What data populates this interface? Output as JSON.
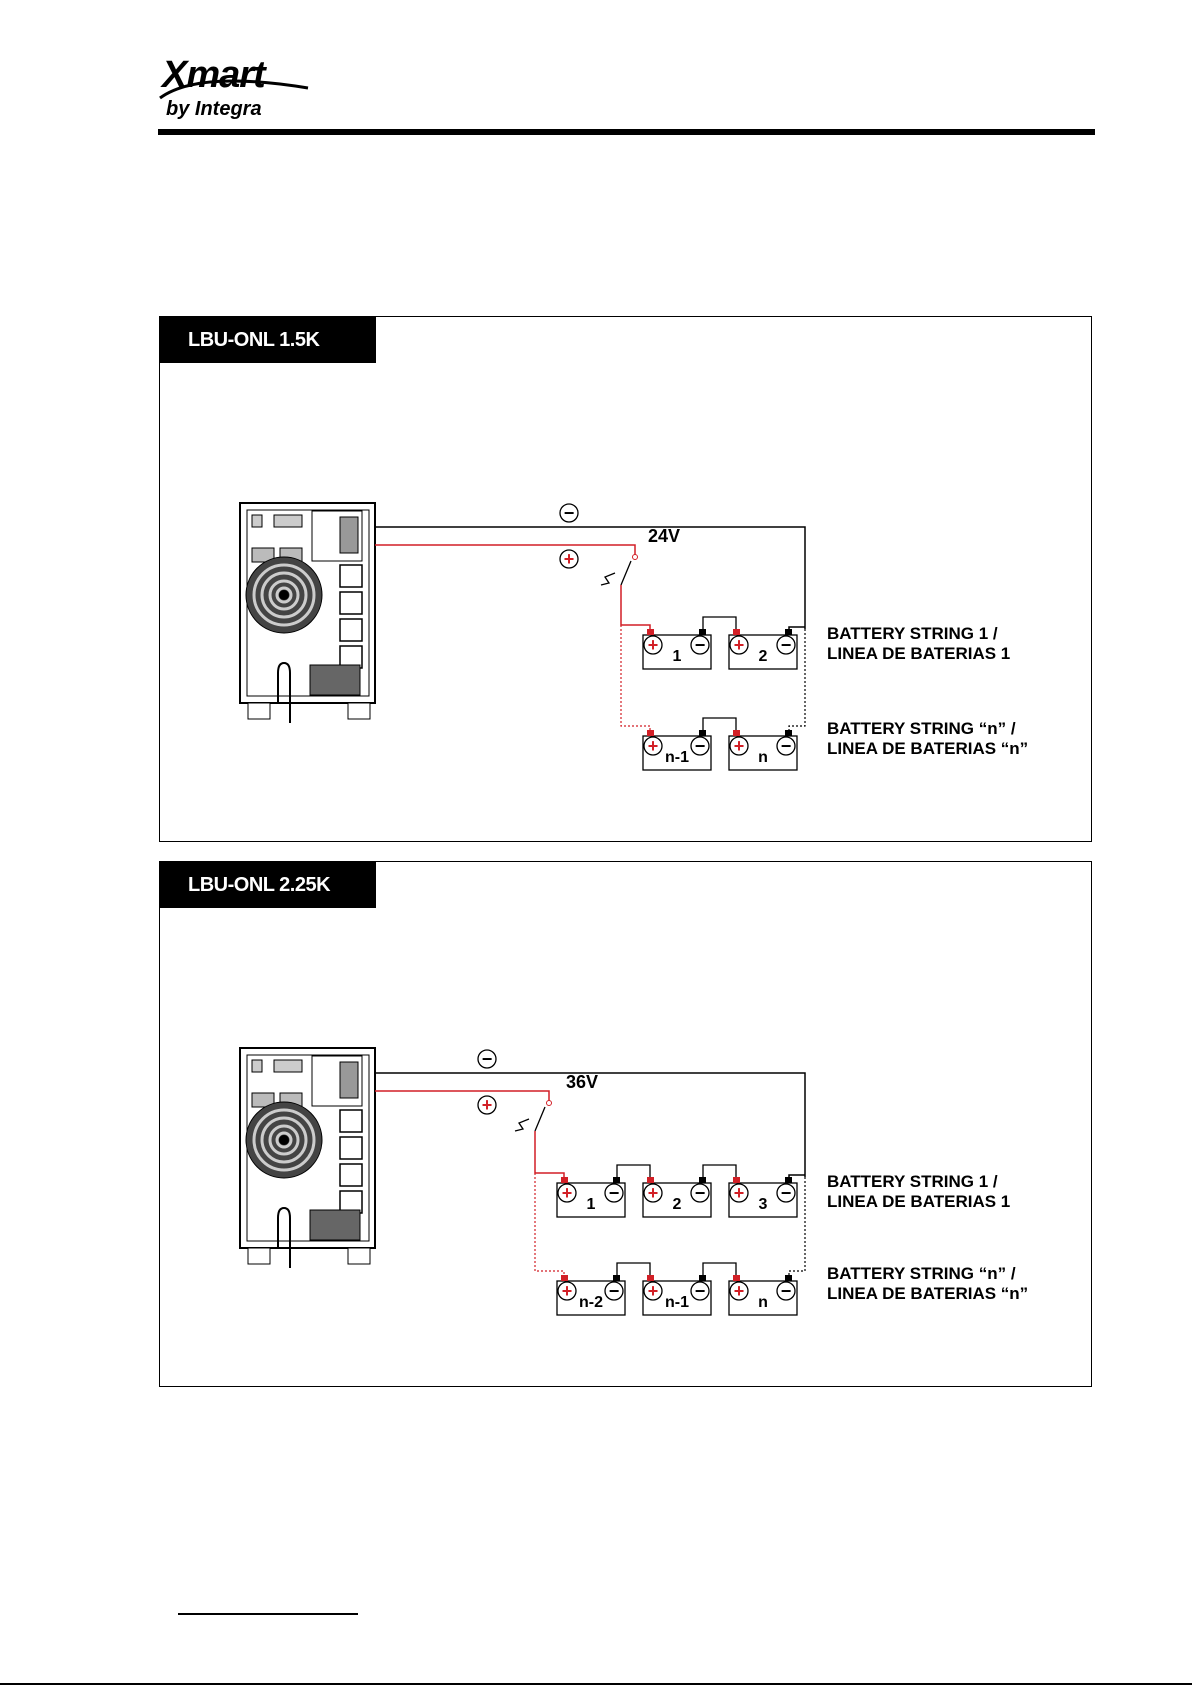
{
  "header": {
    "logo_line1": "Xmart",
    "logo_line2": "by Integra"
  },
  "panels": [
    {
      "title": "LBU-ONL 1.5K (24VDC)",
      "voltage": "24V",
      "neg_symbol": "−",
      "pos_symbol": "+",
      "string1_line1": "BATTERY STRING 1 /",
      "string1_line2": "LINEA DE BATERIAS 1",
      "stringn_line1": "BATTERY STRING “n” /",
      "stringn_line2": "LINEA DE BATERIAS “n”",
      "batteries_top": [
        "1",
        "2"
      ],
      "batteries_bottom": [
        "n-1",
        "n"
      ]
    },
    {
      "title": "LBU-ONL 2.25K (36VDC)",
      "voltage": "36V",
      "neg_symbol": "−",
      "pos_symbol": "+",
      "string1_line1": "BATTERY STRING 1 /",
      "string1_line2": "LINEA DE BATERIAS 1",
      "stringn_line1": "BATTERY STRING “n” /",
      "stringn_line2": "LINEA DE BATERIAS “n”",
      "batteries_top": [
        "1",
        "2",
        "3"
      ],
      "batteries_bottom": [
        "n-2",
        "n-1",
        "n"
      ]
    }
  ],
  "colors": {
    "positive_wire": "#d21f26",
    "negative_wire": "#000000"
  }
}
